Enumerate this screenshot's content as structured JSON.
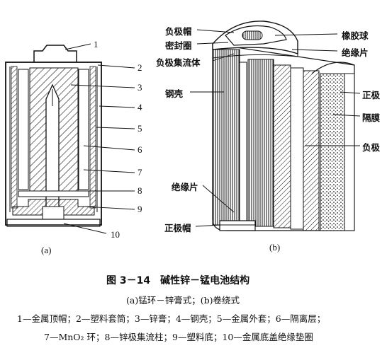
{
  "diagram_a": {
    "numbers": [
      "1",
      "2",
      "3",
      "4",
      "5",
      "6",
      "7",
      "8",
      "9",
      "10"
    ],
    "sublabel": "(a)"
  },
  "diagram_b": {
    "labels": {
      "neg_cap": "负极帽",
      "seal_ring": "密封圈",
      "neg_collector": "负极集流体",
      "steel_shell": "钢壳",
      "insulator_bottom": "绝缘片",
      "pos_cap": "正极帽",
      "rubber_ball": "橡胶球",
      "insulator_top": "绝缘片",
      "positive": "正极",
      "separator": "隔膜",
      "negative": "负极"
    },
    "sublabel": "(b)"
  },
  "caption": {
    "title": "图 3－14　碱性锌－锰电池结构",
    "subtitle": "(a)锰环－锌膏式；(b)卷绕式",
    "legend_line1": "1—金属顶帽；2—塑料套筒；3—锌膏；4—钢壳；5—金属外套；6—隔离层；",
    "legend_line2": "7—MnO₂ 环；8—锌极集流柱；9—塑料底；10—金属底盖绝缘垫圈"
  }
}
